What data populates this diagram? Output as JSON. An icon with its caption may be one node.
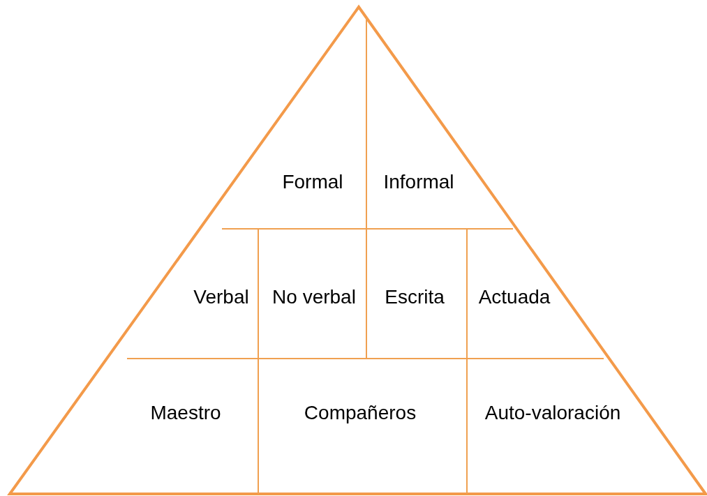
{
  "diagram": {
    "labels": [
      "Formal",
      "Informal",
      "Verbal",
      "No verbal",
      "Escrita",
      "Actuada",
      "Maestro",
      "Compañeros",
      "Auto-valoración"
    ]
  }
}
